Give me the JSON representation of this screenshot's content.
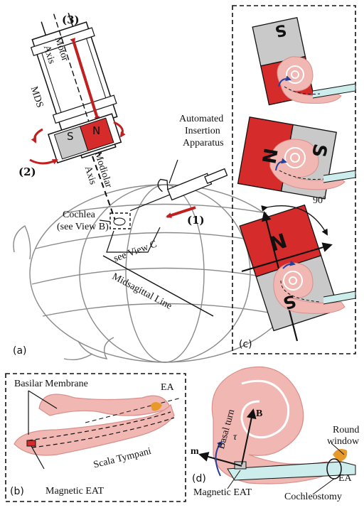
{
  "panels": {
    "a": {
      "tag": "(a)",
      "labels": {
        "motor_axis_1": "Motor",
        "motor_axis_2": "Axis",
        "step3": "(3)",
        "mds": "MDS",
        "magnet_s": "S",
        "magnet_n": "N",
        "step2": "(2)",
        "modiolar_1": "Modiolar",
        "modiolar_2": "Axis",
        "apparatus_1": "Automated",
        "apparatus_2": "Insertion",
        "apparatus_3": "Apparatus",
        "cochlea_1": "Cochlea",
        "cochlea_2": "(see View B)",
        "view_c": "see View C",
        "step1": "(1)",
        "midsagittal": "Midsagittal Line"
      }
    },
    "b": {
      "tag": "(b)",
      "labels": {
        "basilar": "Basilar Membrane",
        "ea": "EA",
        "scala": "Scala Tympani",
        "eat": "Magnetic EAT"
      }
    },
    "c": {
      "tag": "(c)",
      "labels": {
        "s_top": "S",
        "n_mid": "N",
        "s_mid": "S",
        "n_bot": "N",
        "s_bot": "S",
        "angle": "90º"
      }
    },
    "d": {
      "tag": "(d)",
      "labels": {
        "basal": "Basal turn",
        "b_vec": "B",
        "tau": "τ",
        "m_vec": "m",
        "round_1": "Round",
        "round_2": "window",
        "eat": "Magnetic EAT",
        "cochleostomy": "Cochleostomy",
        "ea": "EA"
      }
    }
  },
  "colors": {
    "red": "#d62b2b",
    "arrow_red": "#c0201f",
    "gray": "#c9c9c9",
    "tissue": "#f0b7b3",
    "tissue_dark": "#d98f8a",
    "ea_fill": "#cdecec",
    "head_line": "#8a8a8a",
    "blue": "#2a3f9c",
    "orange": "#e79a2a"
  }
}
